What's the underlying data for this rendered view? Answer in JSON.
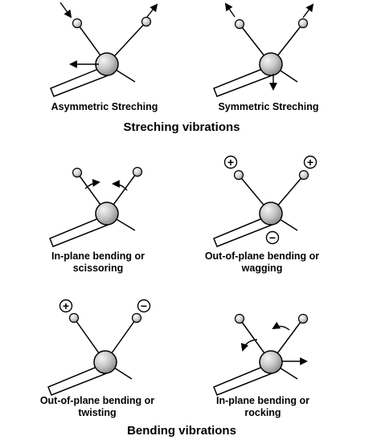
{
  "panels": {
    "asymmetric": {
      "label": "Asymmetric Streching"
    },
    "symmetric": {
      "label": "Symmetric Streching"
    },
    "scissoring": {
      "line1": "In-plane bending or",
      "line2": "scissoring"
    },
    "wagging": {
      "line1": "Out-of-plane bending or",
      "line2": "wagging",
      "signs": [
        "+",
        "+",
        "−"
      ]
    },
    "twisting": {
      "line1": "Out-of-plane bending or",
      "line2": "twisting",
      "signs": [
        "+",
        "−"
      ]
    },
    "rocking": {
      "line1": "In-plane bending or",
      "line2": "rocking"
    }
  },
  "headings": {
    "stretching": "Streching vibrations",
    "bending": "Bending vibrations"
  },
  "colors": {
    "ink": "#000000",
    "atom_light": "#f4f4f4",
    "atom_dark": "#8c8c8c"
  }
}
